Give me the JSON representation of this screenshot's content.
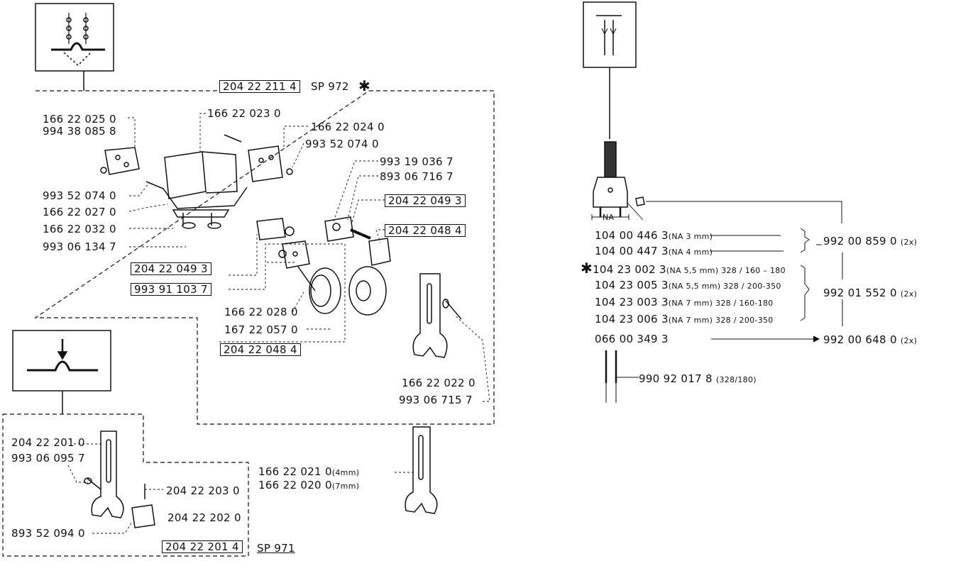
{
  "left": {
    "sp972_group": {
      "header_box": "204 22 211 4",
      "header_sp": "SP 972",
      "header_star": "✱",
      "labels": {
        "p1660230": "166 22 023 0",
        "p1660250": "166 22 025 0",
        "p9943808": "994 38 085 8",
        "p1660240": "166 22 024 0",
        "p9935207a": "993 52 074 0",
        "p9931903": "993 19 036 7",
        "p8930671": "893 06 716 7",
        "p2042204a": "204 22 049 3",
        "p2042204b": "204 22 048 4",
        "p9935207b": "993 52 074 0",
        "p1662202": "166 22 027 0",
        "p1662203": "166 22 032 0",
        "p9930613": "993 06 134 7",
        "p2042204c": "204 22 049 3",
        "p9939110": "993 91 103 7",
        "p1662202b": "166 22 028 0",
        "p1672205": "167 22 057 0",
        "p2042204d": "204 22 048 4",
        "p1662202c": "166 22 022 0",
        "p9930671": "993 06 715 7"
      }
    },
    "middle": {
      "p4mm_num": "166 22 021 0",
      "p4mm_note": "(4mm)",
      "p7mm_num": "166 22 020 0",
      "p7mm_note": "(7mm)"
    },
    "sp971_group": {
      "labels": {
        "p2042220": "204 22 201 0",
        "p9930609": "993 06 095 7",
        "p2042220c": "204 22 203 0",
        "p2042220d": "204 22 202 0",
        "p8935209": "893 52 094 0"
      },
      "footer_box": "204 22 201 4",
      "footer_sp": "SP 971"
    }
  },
  "right": {
    "na_label": "NA",
    "rows": [
      {
        "num": "104 00 446 3",
        "note": "(NA 3 mm)"
      },
      {
        "num": "104 00 447 3",
        "note": "(NA 4 mm)"
      },
      {
        "star": "✱",
        "num": "104 23 002 3",
        "note": "(NA 5,5 mm) 328 / 160 – 180"
      },
      {
        "num": "104 23 005 3",
        "note": "(NA 5,5 mm) 328 / 200-350"
      },
      {
        "num": "104 23 003 3",
        "note": "(NA 7 mm)  328 / 160-180"
      },
      {
        "num": "104 23 006 3",
        "note": "(NA 7 mm)  328 / 200-350"
      },
      {
        "num": "066 00 349 3",
        "note": ""
      }
    ],
    "targets": [
      {
        "num": "992 00 859 0",
        "note": "(2x)"
      },
      {
        "num": "992 01 552 0",
        "note": "(2x)"
      },
      {
        "num": "992 00 648 0",
        "note": "(2x)"
      }
    ],
    "needle_num": "990 92 017 8",
    "needle_note": "(328/180)"
  }
}
